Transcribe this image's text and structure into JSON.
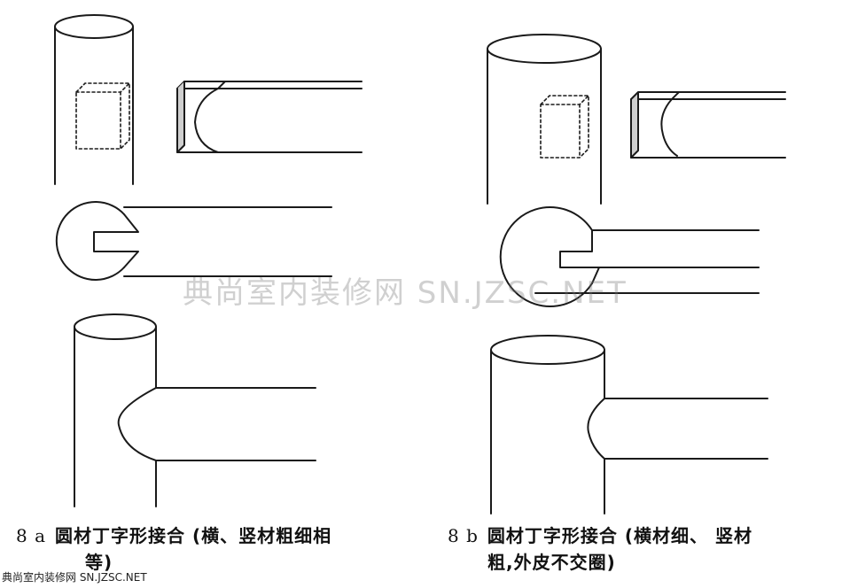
{
  "captions": {
    "a": {
      "number": "8 a",
      "line1": "圆材丁字形接合 (横、竖材粗细相",
      "line2": "等)"
    },
    "b": {
      "number": "8 b",
      "line1": "圆材丁字形接合 (横材细、 竖材",
      "line2": "粗,外皮不交圈)"
    }
  },
  "watermark": "典尚室内装修网 SN.JZSC.NET",
  "footer_credit": "典尚室内装修网 SN.JZSC.NET",
  "colors": {
    "line": "#1a1a1a",
    "background": "#ffffff",
    "watermark": "#787878"
  }
}
